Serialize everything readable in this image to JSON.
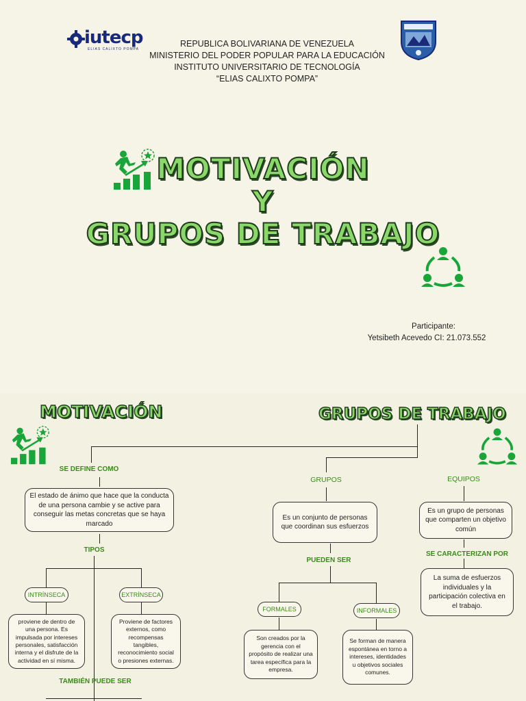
{
  "header": {
    "logo_text": "iutecp",
    "logo_subtitle": "ELIAS CALIXTO POMPA",
    "lines": [
      "REPUBLICA BOLIVARIANA DE VENEZUELA",
      "MINISTERIO DEL PODER POPULAR PARA LA EDUCACIÓN",
      "INSTITUTO UNIVERSITARIO DE TECNOLOGÍA",
      "“ELIAS CALIXTO POMPA”"
    ]
  },
  "cover": {
    "title_line1": "MOTIVACIÓN",
    "title_line2": "Y",
    "title_line3": "GRUPOS DE TRABAJO"
  },
  "participant": {
    "label": "Participante:",
    "name": "Yetsibeth Acevedo CI: 21.073.552"
  },
  "map": {
    "motivacion_title": "MOTIVACIÓN",
    "grupos_title": "GRUPOS DE TRABAJO",
    "se_define_como": "SE DEFINE COMO",
    "definicion": "El estado de ánimo que hace que la conducta de una persona cambie y se active para conseguir las metas concretas que se haya marcado",
    "tipos": "TIPOS",
    "intrinseca": "INTRÍNSECA",
    "extrinseca": "EXTRÍNSECA",
    "intrinseca_desc": "proviene de dentro de una persona. Es impulsada por intereses personales, satisfacción interna y el disfrute de la actividad en sí misma.",
    "extrinseca_desc": "Proviene de factores externos, como recompensas tangibles, reconocimiento social o presiones externas.",
    "tambien_puede_ser": "TAMBIÉN PUEDE SER",
    "grupos": "GRUPOS",
    "equipos": "EQUIPOS",
    "grupos_def": "Es un conjunto de personas que coordinan sus esfuerzos",
    "equipos_def": "Es un grupo de personas que comparten un objetivo común",
    "pueden_ser": "PUEDEN SER",
    "se_caracterizan_por": "SE CARACTERIZAN POR",
    "equipos_car": "La suma de esfuerzos individuales y la participación colectiva en el trabajo.",
    "formales": "FORMALES",
    "informales": "INFORMALES",
    "formales_desc": "Son creados por la gerencia con el propósito de realizar una tarea específica para la empresa.",
    "informales_desc": "Se forman de manera espontánea en torno a intereses, identidades u objetivos sociales comunes."
  },
  "colors": {
    "background": "#f6f4e7",
    "title_green": "#8bd86a",
    "label_green": "#3a8a1a",
    "icon_green": "#1aa53a",
    "logo_blue": "#1a2a7a"
  },
  "icons": [
    "growth-chart-icon",
    "teamwork-cycle-icon",
    "school-crest-icon"
  ]
}
